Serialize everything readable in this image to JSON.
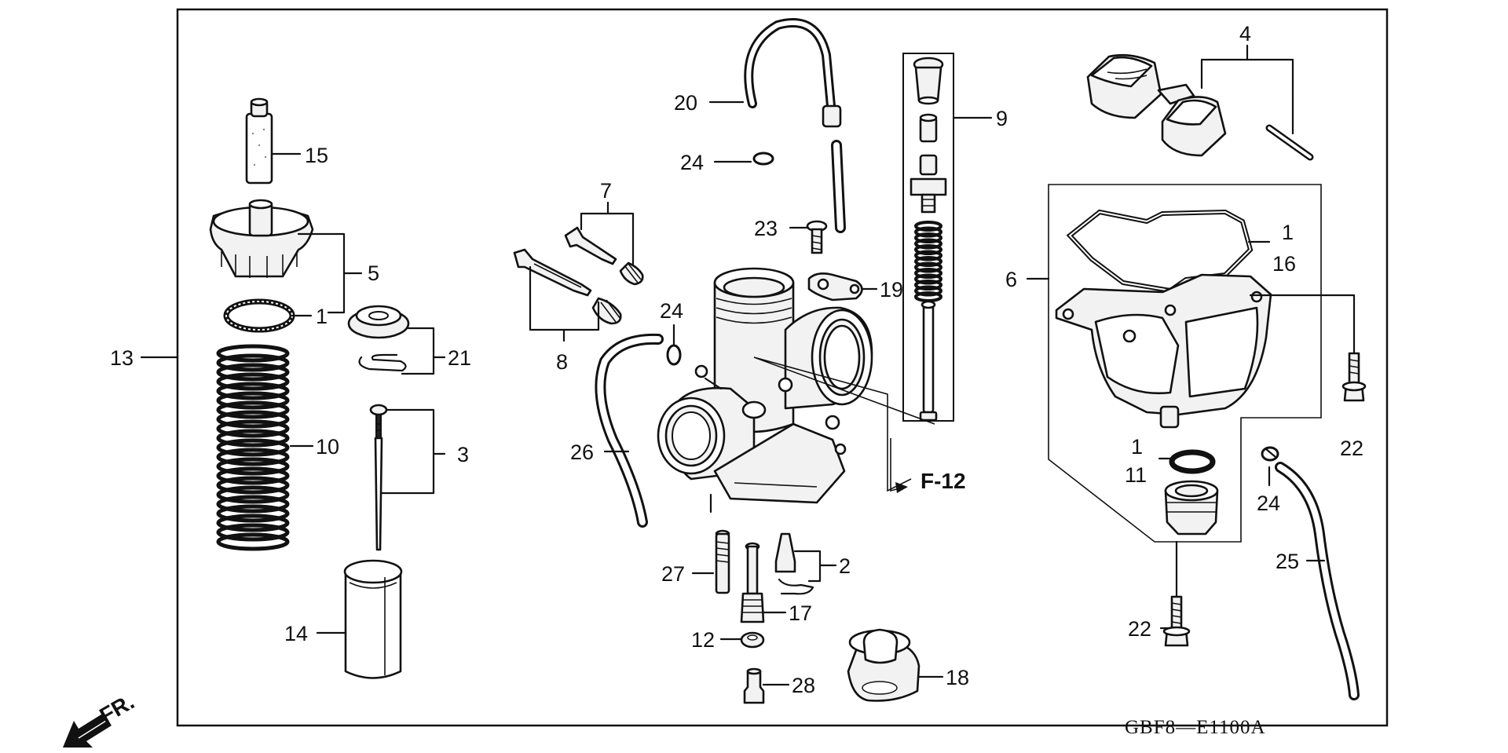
{
  "diagram": {
    "part_labels": {
      "p1a": "1",
      "p1b": "1",
      "p1c": "1",
      "p2": "2",
      "p3": "3",
      "p4": "4",
      "p5": "5",
      "p6": "6",
      "p7": "7",
      "p8": "8",
      "p9": "9",
      "p10": "10",
      "p11": "11",
      "p12": "12",
      "p13": "13",
      "p14": "14",
      "p15": "15",
      "p16": "16",
      "p17": "17",
      "p18": "18",
      "p19": "19",
      "p20": "20",
      "p22a": "22",
      "p22b": "22",
      "p21": "21",
      "p23": "23",
      "p24a": "24",
      "p24b": "24",
      "p24c": "24",
      "p25": "25",
      "p26": "26",
      "p27": "27",
      "p28": "28"
    },
    "reference_label": "F-12",
    "front_label": "FR.",
    "diagram_code": "GBF8—E1100A"
  }
}
